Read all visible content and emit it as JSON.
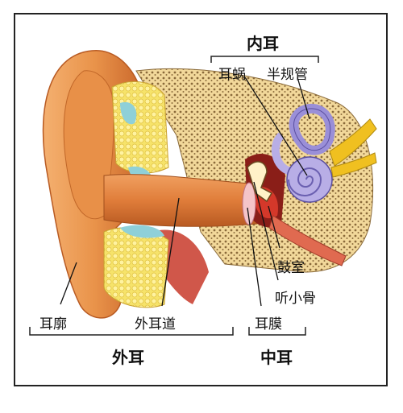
{
  "labels": {
    "inner_ear": "内耳",
    "cochlea": "耳蜗",
    "semicircular_canals": "半规管",
    "tympanic_cavity": "鼓室",
    "ossicles": "听小骨",
    "eardrum": "耳膜",
    "auricle": "耳廓",
    "ear_canal": "外耳道",
    "outer_ear": "外耳",
    "middle_ear": "中耳"
  },
  "colors": {
    "skin": "#e9934a",
    "skin_dark": "#c8652a",
    "bone": "#f2d89a",
    "bone_dots": "#b88a4e",
    "fat": "#f6e36a",
    "canal": "#e07d3a",
    "cartilage_blue": "#8fd0d8",
    "cochlea": "#b8aee6",
    "nerve": "#f0c020",
    "muscle": "#c83a2a"
  }
}
